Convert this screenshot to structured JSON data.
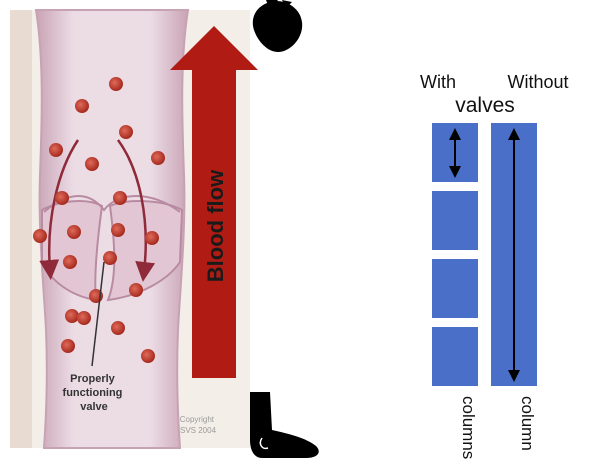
{
  "arrow_label": "Blood flow",
  "valve_caption": [
    "Properly",
    "functioning",
    "valve"
  ],
  "copyright": [
    "Copyright",
    "SVS 2004"
  ],
  "header": {
    "with_label": "With",
    "without_label": "Without",
    "valves_label": "valves"
  },
  "columns": {
    "left_label": "columns",
    "right_label": "column"
  },
  "colors": {
    "arrow_red": "#b01c13",
    "column_blue": "#4a6fc9",
    "vein_pink": "#ead3de",
    "blood_cell": "#c0392b",
    "panel_bg": "#f4eee8"
  },
  "icons": [
    "heart-icon",
    "foot-icon"
  ]
}
